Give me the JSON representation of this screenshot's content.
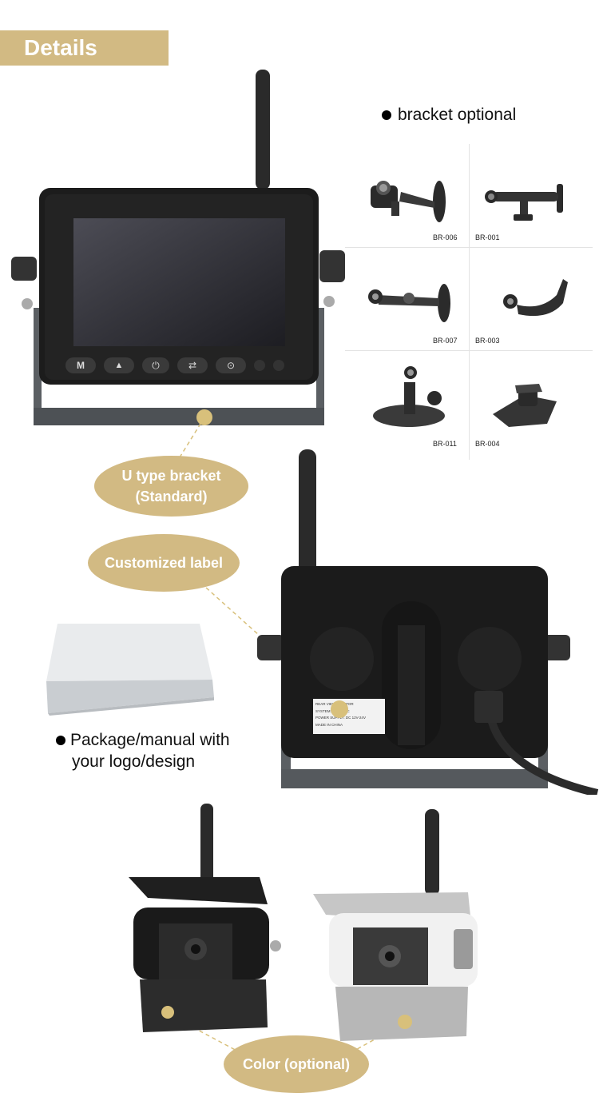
{
  "header": {
    "label": "Details"
  },
  "brackets": {
    "title": "bracket optional",
    "items": [
      {
        "code": "BR-006"
      },
      {
        "code": "BR-001"
      },
      {
        "code": "BR-007"
      },
      {
        "code": "BR-003"
      },
      {
        "code": "BR-011"
      },
      {
        "code": "BR-004"
      }
    ]
  },
  "monitor_front": {
    "buttons": [
      "M",
      "▲",
      "⏻",
      "⇄",
      "⊙"
    ]
  },
  "callouts": {
    "u_bracket_line1": "U type bracket",
    "u_bracket_line2": "(Standard)",
    "custom_label": "Customized label",
    "color": "Color (optional)"
  },
  "package": {
    "line1": "Package/manual with",
    "line2": "your logo/design"
  },
  "back_label": {
    "l1": "REAR VIEW MONITOR",
    "l2": "SYSTEM: PAL/NTSC",
    "l3": "POWER SUPPLY: DC 12V-24V",
    "l4": "MADE IN CHINA"
  },
  "colors": {
    "accent": "#d2ba83",
    "dot": "#d8c07b"
  }
}
